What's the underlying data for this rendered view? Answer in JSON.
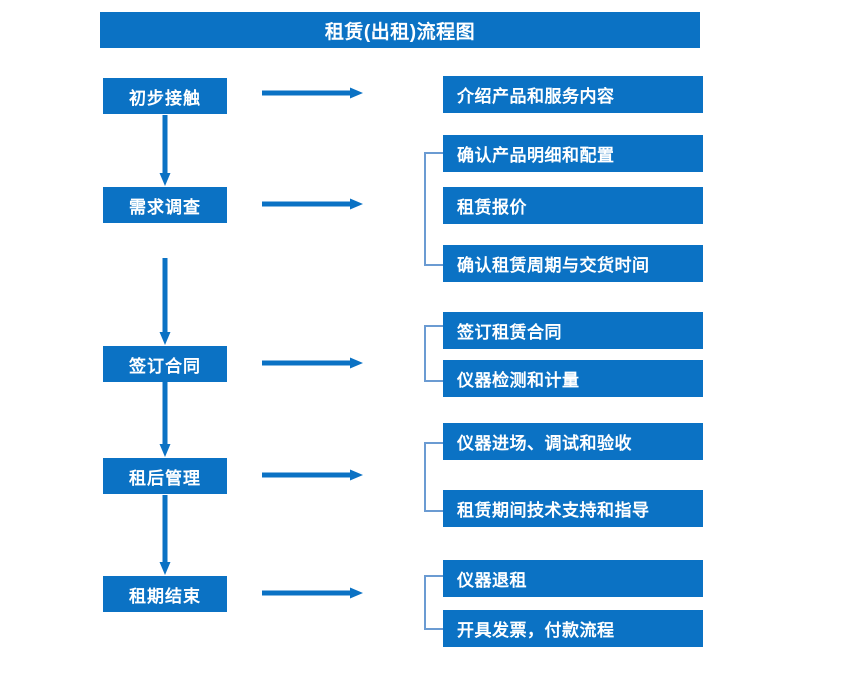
{
  "page": {
    "title": "租赁(出租)流程图",
    "background_color": "#ffffff",
    "accent_color": "#0B72C4",
    "bracket_color": "#6B9BD2",
    "text_color": "#ffffff"
  },
  "chart_data": {
    "type": "diagram",
    "diagram_kind": "flowchart",
    "title": "租赁(出租)流程图",
    "orientation": "vertical-stages-with-horizontal-details",
    "stages": [
      {
        "index": 1,
        "stage_label": "初步接触",
        "details": [
          "介绍产品和服务内容"
        ],
        "has_bracket": false,
        "has_arrow_to_details": true,
        "has_arrow_to_next_stage": true
      },
      {
        "index": 2,
        "stage_label": "需求调查",
        "details": [
          "确认产品明细和配置",
          "租赁报价",
          "确认租赁周期与交货时间"
        ],
        "has_bracket": true,
        "has_arrow_to_details": true,
        "has_arrow_to_next_stage": true
      },
      {
        "index": 3,
        "stage_label": "签订合同",
        "details": [
          "签订租赁合同",
          "仪器检测和计量"
        ],
        "has_bracket": true,
        "has_arrow_to_details": true,
        "has_arrow_to_next_stage": true
      },
      {
        "index": 4,
        "stage_label": "租后管理",
        "details": [
          "仪器进场、调试和验收",
          "租赁期间技术支持和指导"
        ],
        "has_bracket": true,
        "has_arrow_to_details": true,
        "has_arrow_to_next_stage": true
      },
      {
        "index": 5,
        "stage_label": "租期结束",
        "details": [
          "仪器退租",
          "开具发票，付款流程"
        ],
        "has_bracket": true,
        "has_arrow_to_details": true,
        "has_arrow_to_next_stage": false
      }
    ],
    "connectors": {
      "horizontal_arrow_icon": "right-arrow-icon",
      "vertical_arrow_icon": "down-arrow-icon",
      "bracket_icon": "group-bracket-icon"
    }
  }
}
